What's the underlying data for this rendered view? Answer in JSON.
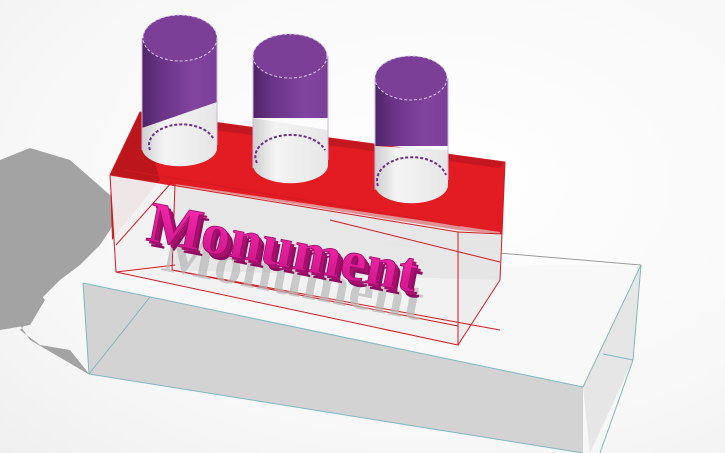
{
  "scene": {
    "type": "3d-workplane-view",
    "background_color": "#f7f7f7",
    "shadow_color": "#a3a3a3"
  },
  "objects": {
    "base_box": {
      "name": "Transparent base box",
      "fill": "#dcdcdc",
      "edge_color": "#7fb8c2"
    },
    "red_box": {
      "name": "Red box",
      "fill": "#e31b23",
      "dark_fill": "#a8151b",
      "edge_color": "#d21a22"
    },
    "cylinders": [
      {
        "name": "Cylinder 1",
        "color": "#7b3f98"
      },
      {
        "name": "Cylinder 2",
        "color": "#7b3f98"
      },
      {
        "name": "Cylinder 3",
        "color": "#7b3f98"
      }
    ],
    "text_shape": {
      "label": "Monument",
      "color": "#e5189b",
      "side_color": "#a8106f"
    }
  }
}
